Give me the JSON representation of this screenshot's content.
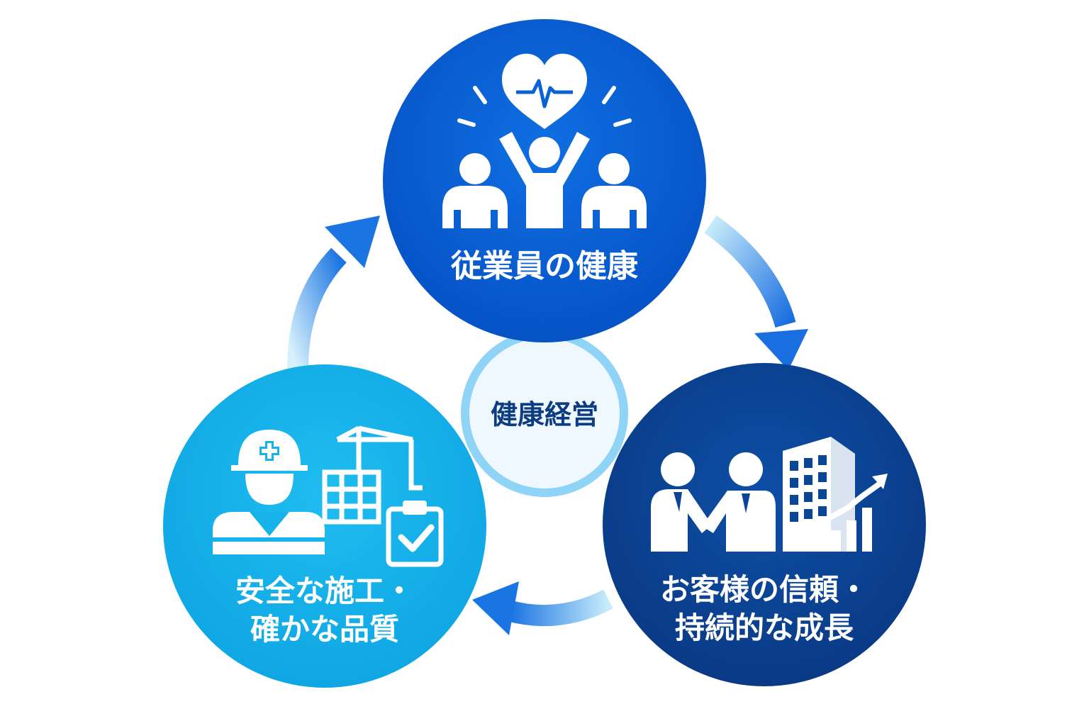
{
  "center": {
    "label": "健康経営"
  },
  "nodes": {
    "top": {
      "label": "従業員の健康",
      "icon": "heart-people-icon",
      "color": "#0a62d6"
    },
    "right": {
      "line1": "お客様の信頼・",
      "line2": "持続的な成長",
      "icon": "business-growth-icon",
      "color": "#0b4596"
    },
    "left": {
      "line1": "安全な施工・",
      "line2": "確かな品質",
      "icon": "construction-safety-icon",
      "color": "#16b2ea"
    }
  },
  "colors": {
    "arrow_light": "#b9e6fb",
    "arrow_dark": "#1976e0",
    "center_ring": "#8fd4f7",
    "center_fill": "#eef8fe"
  }
}
